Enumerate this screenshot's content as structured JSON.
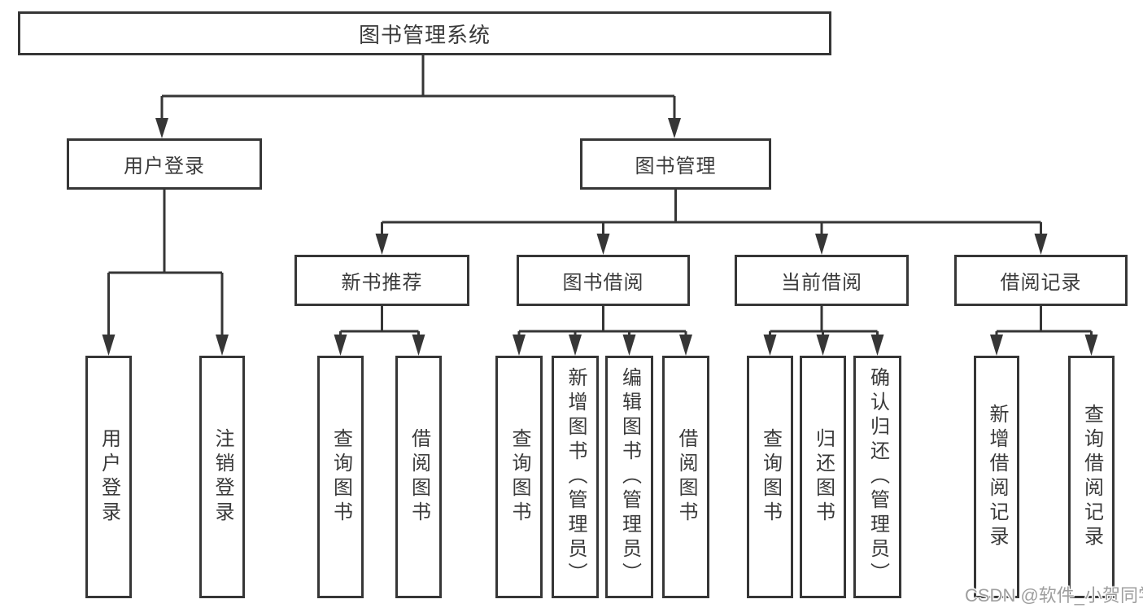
{
  "diagram_title": "图书管理系统",
  "nodes": {
    "root": {
      "label": "图书管理系统",
      "children": [
        "user_login_branch",
        "book_mgmt_branch"
      ]
    },
    "user_login_branch": {
      "label": "用户登录",
      "children": [
        "leaf_user_login",
        "leaf_logout"
      ]
    },
    "book_mgmt_branch": {
      "label": "图书管理",
      "children": [
        "new_book_rec",
        "book_borrow",
        "current_borrow",
        "borrow_records"
      ]
    },
    "new_book_rec": {
      "label": "新书推荐",
      "children": [
        "leaf_nbr_query",
        "leaf_nbr_borrow"
      ]
    },
    "book_borrow": {
      "label": "图书借阅",
      "children": [
        "leaf_bb_query",
        "leaf_bb_add",
        "leaf_bb_edit",
        "leaf_bb_borrow"
      ]
    },
    "current_borrow": {
      "label": "当前借阅",
      "children": [
        "leaf_cb_query",
        "leaf_cb_return",
        "leaf_cb_confirm"
      ]
    },
    "borrow_records": {
      "label": "借阅记录",
      "children": [
        "leaf_br_add",
        "leaf_br_query"
      ]
    },
    "leaf_user_login": {
      "label": "用户登录"
    },
    "leaf_logout": {
      "label": "注销登录"
    },
    "leaf_nbr_query": {
      "label": "查询图书"
    },
    "leaf_nbr_borrow": {
      "label": "借阅图书"
    },
    "leaf_bb_query": {
      "label": "查询图书"
    },
    "leaf_bb_add": {
      "label": "新增图书（管理员）"
    },
    "leaf_bb_edit": {
      "label": "编辑图书（管理员）"
    },
    "leaf_bb_borrow": {
      "label": "借阅图书"
    },
    "leaf_cb_query": {
      "label": "查询图书"
    },
    "leaf_cb_return": {
      "label": "归还图书"
    },
    "leaf_cb_confirm": {
      "label": "确认归还（管理员）"
    },
    "leaf_br_add": {
      "label": "新增借阅记录"
    },
    "leaf_br_query": {
      "label": "查询借阅记录"
    }
  },
  "watermark": {
    "text": "CSDN @软件_小贺同学"
  },
  "colors": {
    "line": "#363636",
    "node_text": "#3a3a3a",
    "watermark_text": "#9e9e9e",
    "background": "#ffffff"
  }
}
